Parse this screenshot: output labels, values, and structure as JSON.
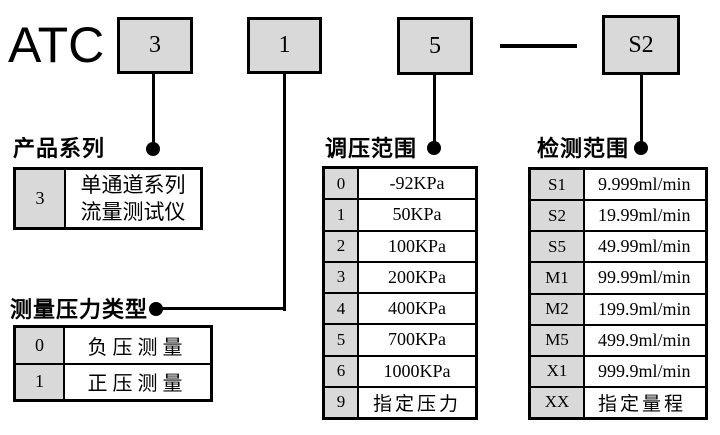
{
  "code_header": {
    "prefix": "ATC",
    "boxes": [
      "3",
      "1",
      "5",
      "S2"
    ]
  },
  "sections": {
    "product_series": {
      "title": "产品系列",
      "rows": [
        {
          "code": "3",
          "value_line1": "单通道系列",
          "value_line2": "流量测试仪"
        }
      ]
    },
    "pressure_type": {
      "title": "测量压力类型",
      "rows": [
        {
          "code": "0",
          "value": "负压测量"
        },
        {
          "code": "1",
          "value": "正压测量"
        }
      ]
    },
    "pressure_range": {
      "title": "调压范围",
      "rows": [
        {
          "code": "0",
          "value": "-92KPa"
        },
        {
          "code": "1",
          "value": "50KPa"
        },
        {
          "code": "2",
          "value": "100KPa"
        },
        {
          "code": "3",
          "value": "200KPa"
        },
        {
          "code": "4",
          "value": "400KPa"
        },
        {
          "code": "5",
          "value": "700KPa"
        },
        {
          "code": "6",
          "value": "1000KPa"
        },
        {
          "code": "9",
          "value": "指定压力"
        }
      ]
    },
    "detection_range": {
      "title": "检测范围",
      "rows": [
        {
          "code": "S1",
          "value": "9.999ml/min"
        },
        {
          "code": "S2",
          "value": "19.99ml/min"
        },
        {
          "code": "S5",
          "value": "49.99ml/min"
        },
        {
          "code": "M1",
          "value": "99.99ml/min"
        },
        {
          "code": "M2",
          "value": "199.9ml/min"
        },
        {
          "code": "M5",
          "value": "499.9ml/min"
        },
        {
          "code": "X1",
          "value": "999.9ml/min"
        },
        {
          "code": "XX",
          "value": "指定量程"
        }
      ]
    }
  },
  "colors": {
    "cell_gray": "#d9d9d9",
    "line_black": "#000000",
    "background": "#ffffff"
  }
}
